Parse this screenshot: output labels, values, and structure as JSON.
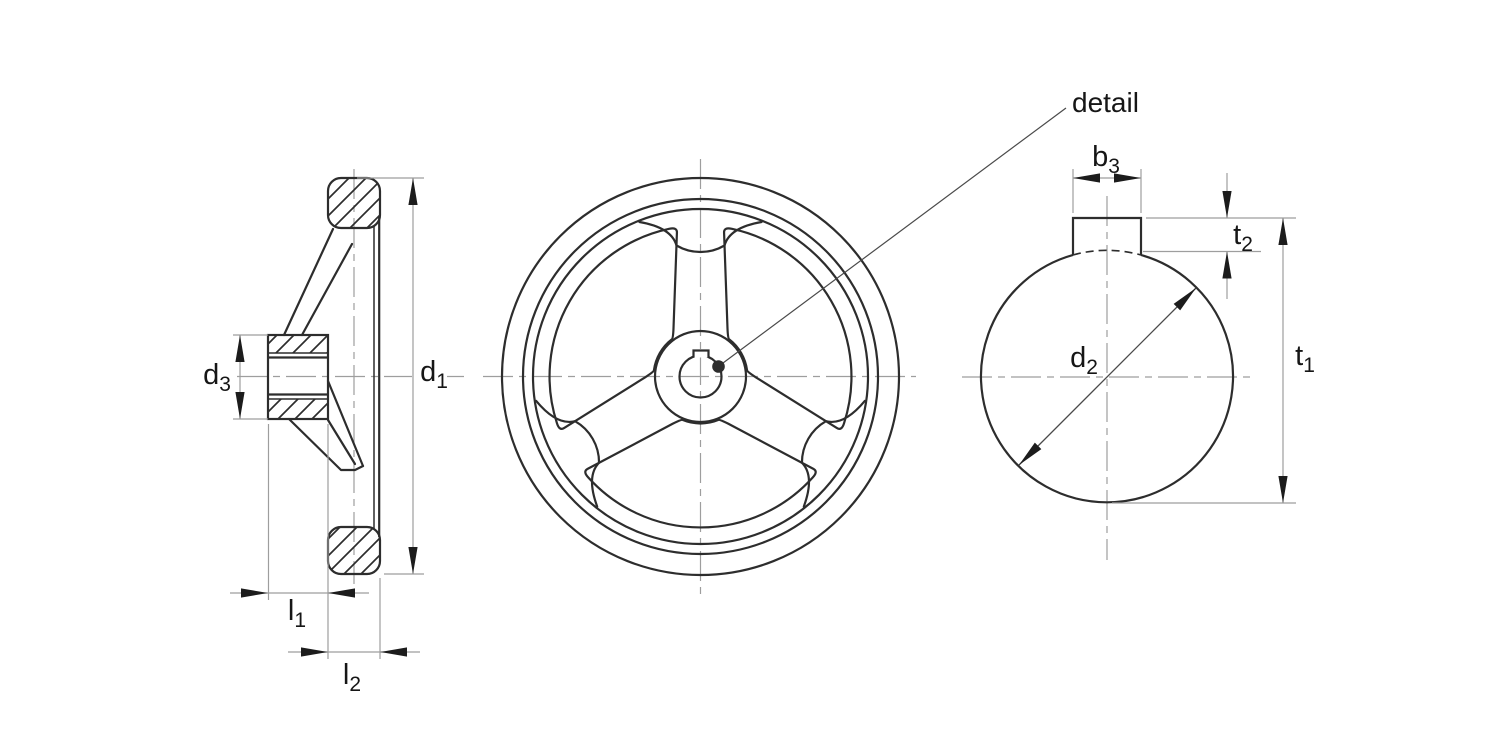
{
  "drawing": {
    "title": "handwheel dimensional drawing",
    "views": {
      "side_section": "side cross-section view",
      "front": "front view of three-spoke handwheel",
      "bore_detail": "bore keyway detail view"
    }
  },
  "labels": {
    "d3": {
      "base": "d",
      "sub": "3"
    },
    "d1": {
      "base": "d",
      "sub": "1"
    },
    "l1": {
      "base": "l",
      "sub": "1"
    },
    "l2": {
      "base": "l",
      "sub": "2"
    },
    "b3": {
      "base": "b",
      "sub": "3"
    },
    "t2": {
      "base": "t",
      "sub": "2"
    },
    "d2": {
      "base": "d",
      "sub": "2"
    },
    "t1": {
      "base": "t",
      "sub": "1"
    },
    "detail": "detail"
  },
  "colors": {
    "outline": "#2d2d2d",
    "thin_line": "#4a4a4a",
    "dimension_line": "#9e9e9e",
    "text": "#161616",
    "background": "#ffffff"
  }
}
